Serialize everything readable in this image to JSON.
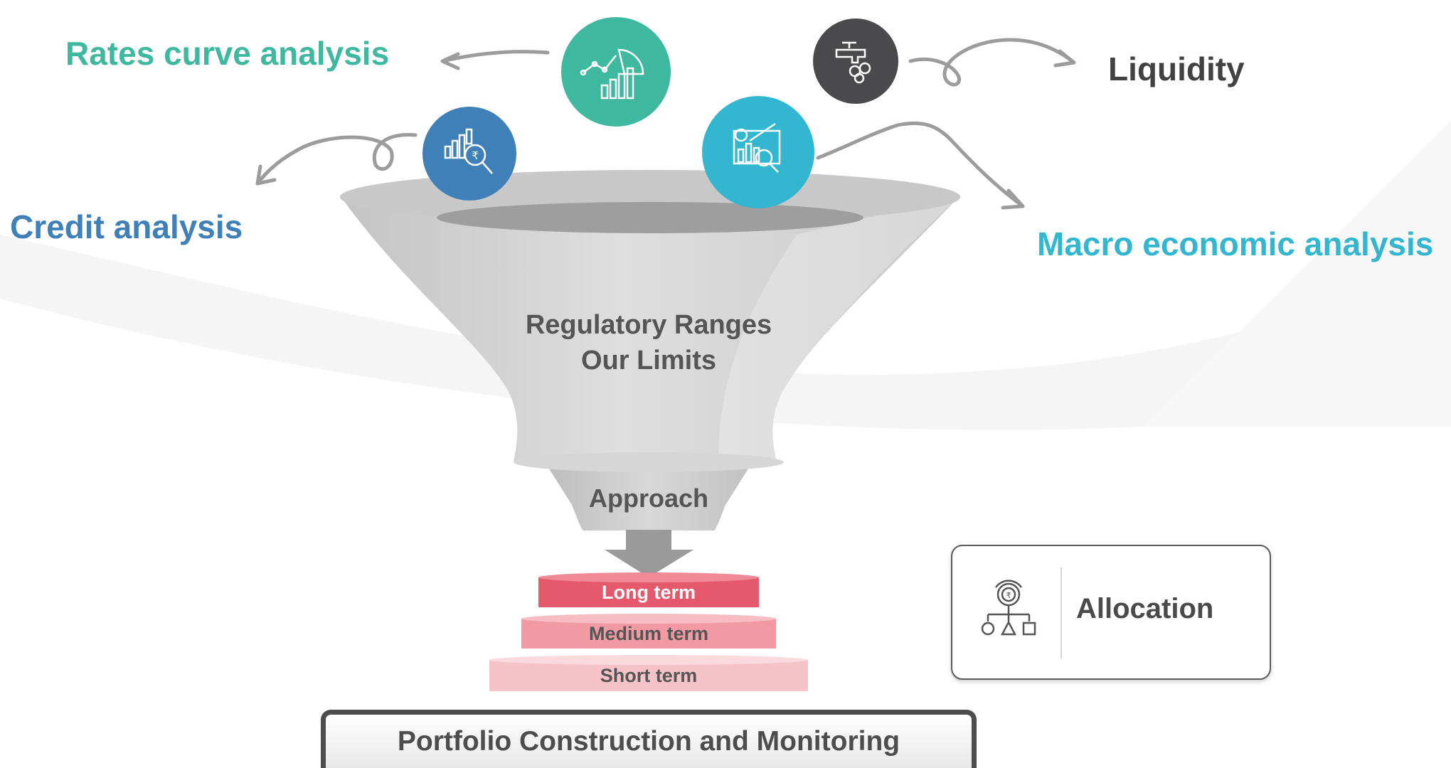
{
  "inputs": {
    "rates_curve": "Rates curve analysis",
    "credit": "Credit analysis",
    "liquidity": "Liquidity",
    "macro": "Macro economic analysis"
  },
  "funnel": {
    "line1": "Regulatory Ranges",
    "line2": "Our Limits",
    "neck": "Approach"
  },
  "tiers": [
    "Long term",
    "Medium term",
    "Short term"
  ],
  "allocation": {
    "label": "Allocation"
  },
  "footer": {
    "label": "Portfolio Construction and Monitoring"
  },
  "icons": {
    "rates": "rates-chart-icon",
    "credit": "credit-search-icon",
    "liquidity": "liquidity-tap-icon",
    "macro": "macro-growth-icon",
    "allocation": "allocation-gear-icon"
  },
  "colors": {
    "rates": "#3fb8a0",
    "credit": "#3f80b8",
    "liquidity": "#4a4a4d",
    "macro": "#33b6cf",
    "tier_long": "#e45a6c",
    "tier_medium": "#f29aa4",
    "tier_short": "#f6c3c9",
    "funnel": "#cfcfcf",
    "text": "#555555"
  }
}
